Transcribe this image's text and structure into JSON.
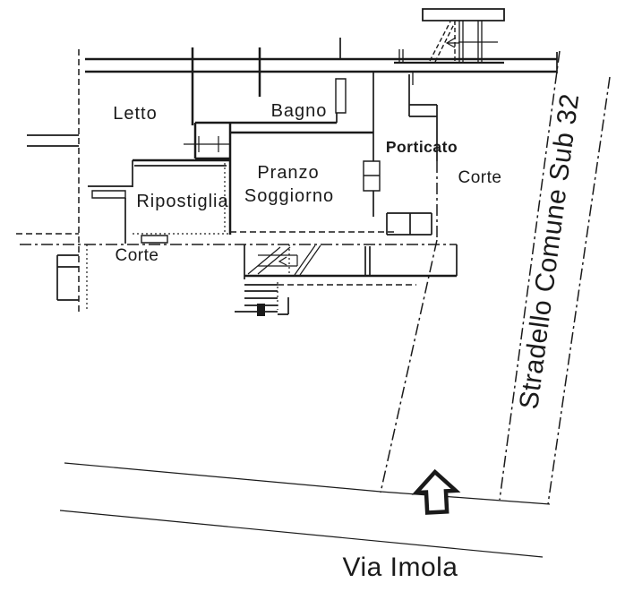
{
  "colors": {
    "ink": "#1a1a1a",
    "paper": "#ffffff"
  },
  "floor_plan": {
    "rooms": [
      {
        "id": "letto",
        "label": "Letto"
      },
      {
        "id": "bagno",
        "label": "Bagno"
      },
      {
        "id": "pranzo-soggiorno",
        "label_line1": "Pranzo",
        "label_line2": "Soggiorno"
      },
      {
        "id": "ripostiglia",
        "label": "Ripostiglia"
      },
      {
        "id": "porticato",
        "label": "Porticato"
      }
    ],
    "outdoor_areas": [
      {
        "id": "corte-west",
        "label": "Corte"
      },
      {
        "id": "corte-east",
        "label": "Corte"
      }
    ],
    "streets": [
      {
        "id": "stradello-comune-sub-32",
        "label": "Stradello Comune Sub 32"
      },
      {
        "id": "via-imola",
        "label": "Via Imola"
      }
    ],
    "icons": [
      {
        "id": "access-arrow",
        "name": "up-block-arrow-icon"
      }
    ]
  }
}
